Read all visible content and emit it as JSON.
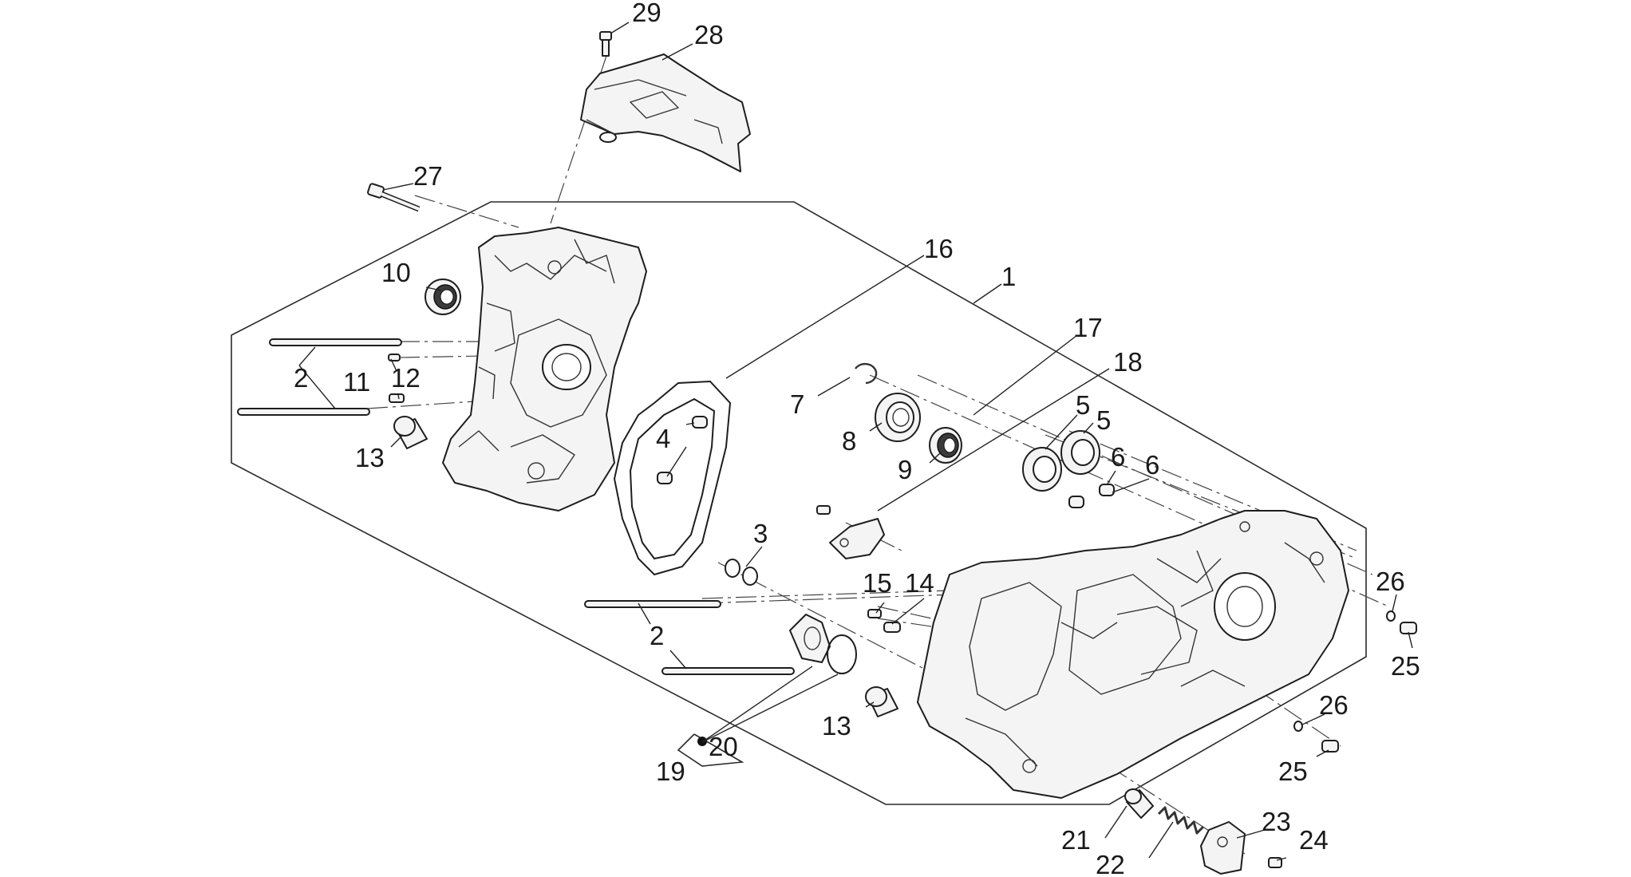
{
  "labels": {
    "p1": "1",
    "p2a": "2",
    "p2b": "2",
    "p3": "3",
    "p4": "4",
    "p5a": "5",
    "p5b": "5",
    "p6a": "6",
    "p6b": "6",
    "p7": "7",
    "p8": "8",
    "p9": "9",
    "p10": "10",
    "p11": "11",
    "p12": "12",
    "p13a": "13",
    "p13b": "13",
    "p14": "14",
    "p15": "15",
    "p16": "16",
    "p17": "17",
    "p18": "18",
    "p19": "19",
    "p20": "20",
    "p21": "21",
    "p22": "22",
    "p23": "23",
    "p24": "24",
    "p25a": "25",
    "p25b": "25",
    "p26a": "26",
    "p26b": "26",
    "p27": "27",
    "p28": "28",
    "p29": "29"
  },
  "colors": {
    "line": "#1e1e1e",
    "text": "#1a1a1a",
    "background": "#ffffff"
  }
}
